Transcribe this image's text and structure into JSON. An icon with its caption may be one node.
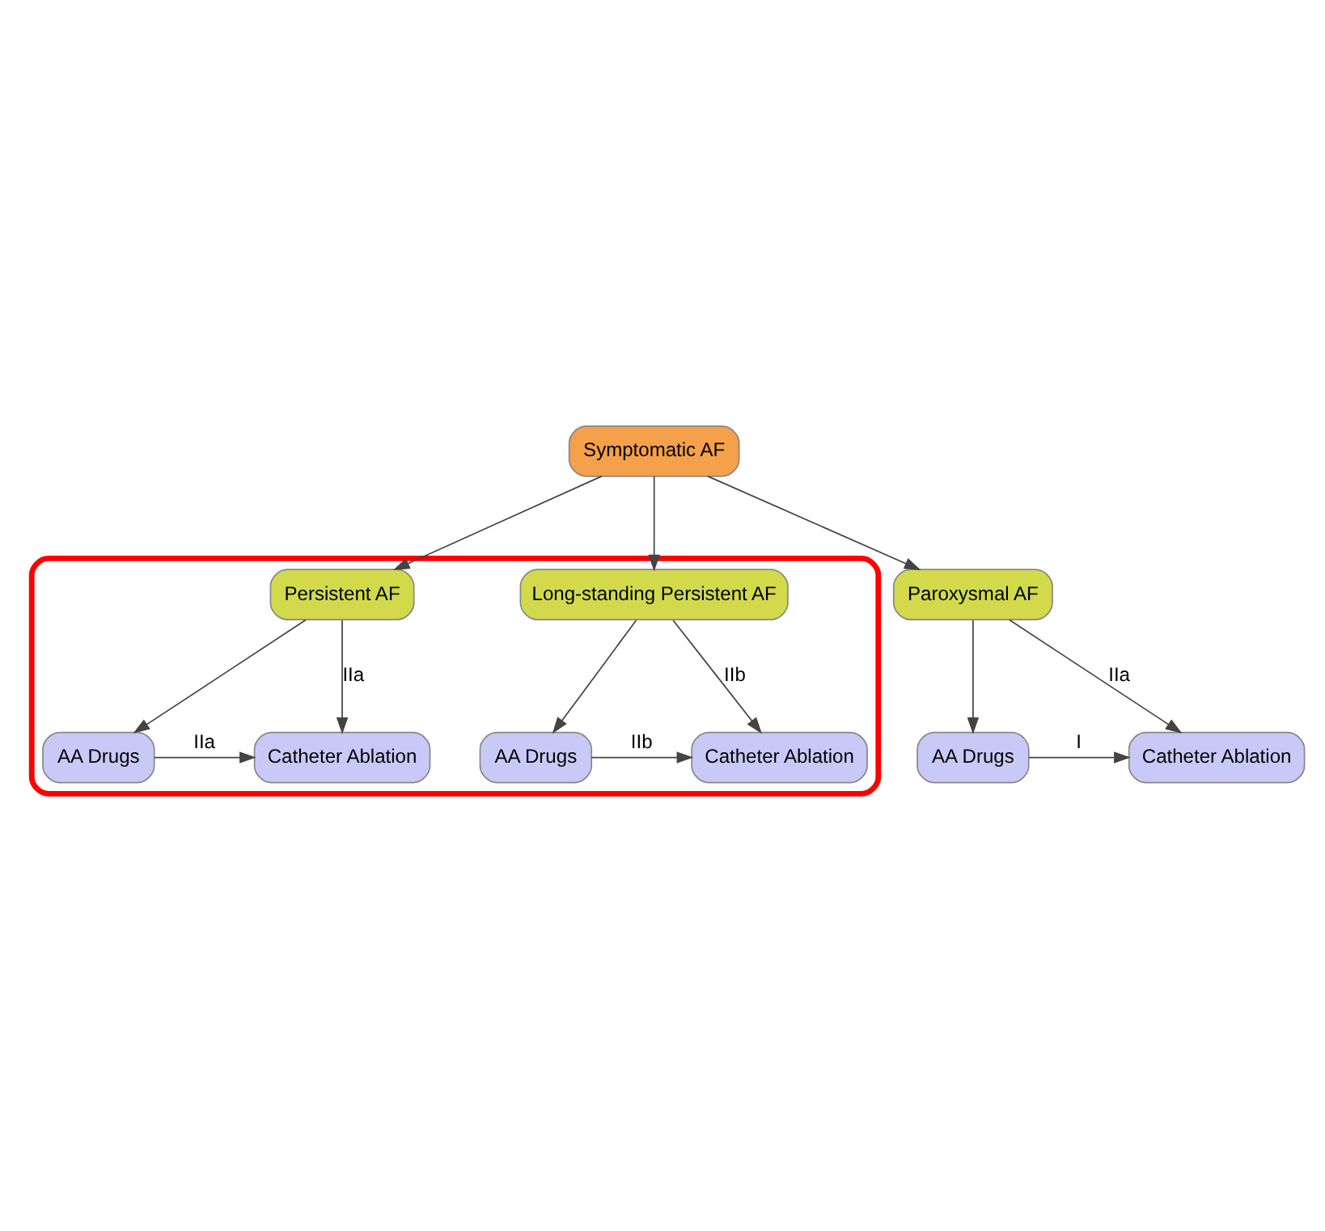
{
  "diagram": {
    "nodes": [
      {
        "text": [
          "Symptomatic AF"
        ]
      },
      {
        "text": [
          "Paroxysmal AF"
        ]
      },
      {
        "text": [],
        "shape": "box"
      },
      {
        "text": [
          "Persistent AF"
        ],
        "in": 2
      },
      {
        "text": [
          "Long-standing Persistent AF"
        ],
        "in": 2
      },
      {
        "text": [
          "AA Drugs"
        ]
      },
      {
        "text": [
          "Catheter Ablation"
        ]
      },
      {
        "text": [
          "AA Drugs"
        ],
        "in": 2
      },
      {
        "text": [
          "Catheter Ablation"
        ],
        "in": 2
      },
      {
        "text": [
          "AA Drugs"
        ],
        "in": 2
      },
      {
        "text": [
          "Catheter Ablation"
        ],
        "in": 2
      }
    ],
    "edges": [
      {
        "from": 0,
        "to": 1,
        "arrow": "to"
      },
      {
        "from": 0,
        "to": 3,
        "arrow": "to"
      },
      {
        "from": 0,
        "to": 4,
        "arrow": "to"
      },
      {
        "from": 1,
        "to": 5,
        "arrow": "to"
      },
      {
        "from": 1,
        "to": 6,
        "arrow": "to",
        "label": "IIa"
      },
      {
        "from": 3,
        "to": 7,
        "arrow": "to"
      },
      {
        "from": 3,
        "to": 8,
        "arrow": "to",
        "label": "IIa"
      },
      {
        "from": 4,
        "to": 9,
        "arrow": "to"
      },
      {
        "from": 4,
        "to": 10,
        "arrow": "to",
        "label": "IIb"
      },
      {
        "from": 5,
        "to": 6,
        "arrow": "to",
        "label": "I"
      },
      {
        "from": 7,
        "to": 8,
        "arrow": "to",
        "label": "IIa"
      },
      {
        "from": 9,
        "to": 10,
        "arrow": "to",
        "label": "IIb"
      }
    ]
  }
}
